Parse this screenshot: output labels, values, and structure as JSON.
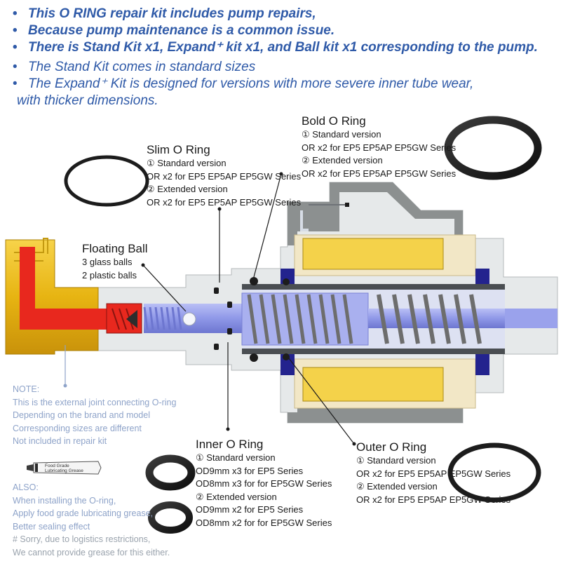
{
  "header": {
    "bold_lines": [
      "This O RING repair kit includes pump repairs,",
      "Because pump maintenance is a common issue.",
      "There is Stand Kit x1, Expand⁺ kit x1, and Ball kit x1 corresponding to the pump."
    ],
    "lines": [
      "The Stand Kit comes in standard sizes",
      "The Expand⁺ Kit is designed for versions with more severe inner tube wear,"
    ],
    "continuation": "with thicker dimensions.",
    "bullet": "•"
  },
  "bold_ring": {
    "title": "Bold O Ring",
    "lines": [
      "① Standard version",
      "OR x2 for EP5 EP5AP EP5GW Series",
      "② Extended version",
      "OR x2 for EP5 EP5AP EP5GW Series"
    ]
  },
  "slim_ring": {
    "title": "Slim O Ring",
    "lines": [
      "① Standard version",
      "OR x2 for EP5 EP5AP EP5GW Series",
      "② Extended version",
      "OR x2 for EP5 EP5AP EP5GW Series"
    ]
  },
  "floating_ball": {
    "title": "Floating Ball",
    "lines": [
      "3 glass balls",
      "2 plastic balls"
    ]
  },
  "inner_ring": {
    "title": "Inner O Ring",
    "lines": [
      "① Standard version",
      "OD9mm x3 for EP5 Series",
      "OD8mm x3  for for EP5GW Series",
      "② Extended version",
      "OD9mm x2 for EP5 Series",
      "OD8mm x2  for for EP5GW Series"
    ]
  },
  "outer_ring": {
    "title": "Outer O Ring",
    "lines": [
      "① Standard version",
      "OR x2 for EP5 EP5AP EP5GW Series",
      "② Extended version",
      "OR x2 for EP5 EP5AP EP5GW Series"
    ]
  },
  "note": {
    "lines": [
      "NOTE:",
      "This is the external joint connecting O-ring",
      "Depending on the brand and model",
      "Corresponding sizes are different",
      "Not included in repair kit"
    ]
  },
  "grease_label": [
    "Food Grade",
    "Lubricating Grease"
  ],
  "also": {
    "lines": [
      "ALSO:",
      "When installing the O-ring,",
      "Apply food grade lubricating grease,",
      "Better sealing effect"
    ],
    "grey_lines": [
      "# Sorry, due to logistics restrictions,",
      "We cannot provide grease for this either."
    ]
  },
  "colors": {
    "heading_blue": "#2f5aa8",
    "note_blue": "#8ea3c9",
    "grey_text": "#9aa3ad",
    "brass": "#f2c320",
    "red": "#e8281e",
    "spring_blue": "#8f98e8",
    "coil_yellow": "#f4d24a",
    "metal_grey": "#8c9090",
    "ring_black": "#1c1c1c"
  }
}
